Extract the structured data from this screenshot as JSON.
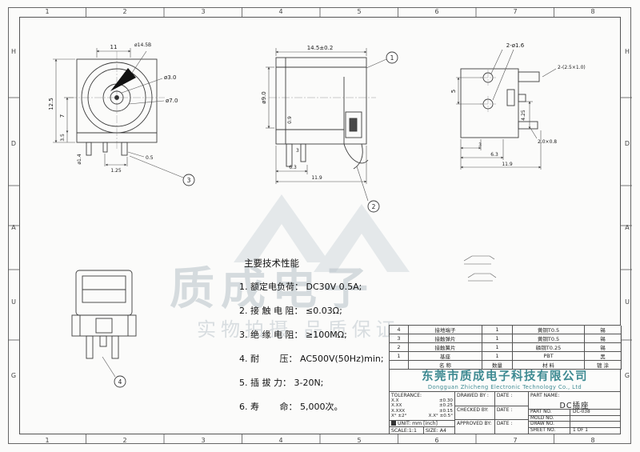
{
  "sheet": {
    "zones_top": [
      "1",
      "2",
      "3",
      "4",
      "5",
      "6",
      "7",
      "8"
    ],
    "zones_bottom": [
      "1",
      "2",
      "3",
      "4",
      "5",
      "6",
      "7",
      "8"
    ],
    "zones_left": [
      "H",
      "D",
      "A",
      "U",
      "G"
    ],
    "zones_right": [
      "H",
      "D",
      "A",
      "U",
      "G"
    ]
  },
  "views": {
    "front": {
      "dim_top": "11",
      "dim_label": "ø14.5B",
      "dim_d_inner": "ø3.0",
      "dim_d_outer": "ø7.0",
      "dim_height": "12.5",
      "dim_center": "7",
      "dim_lower": "3.5",
      "dim_pin_d": "ø1.4",
      "dim_pin_w": "0.5",
      "dim_pin_pitch": "1.25",
      "balloon": "3"
    },
    "side": {
      "dim_top": "14.5±0.2",
      "dim_bore": "ø9.0",
      "dim_wall": "0.9",
      "dim_pin": "3",
      "dim_b1": "6.3",
      "dim_b2": "11.9",
      "balloon_top": "1",
      "balloon_bottom": "2"
    },
    "top": {
      "dim_holes": "2-ø1.6",
      "dim_slots": "2-(2.5×1.0)",
      "dim_left": "5",
      "dim_right": "4.25",
      "dim_tab": "2.0×0.8",
      "dim_b0": "3",
      "dim_b1": "6.3",
      "dim_b2": "11.9"
    },
    "bottom": {
      "balloon": "4"
    }
  },
  "specs": {
    "title": "主要技术性能",
    "items": [
      "1. 额定电负荷： DC30V 0.5A;",
      "2. 接 触 电 阻： ≤0.03Ω;",
      "3. 绝 缘 电 阻： ≥100MΩ;",
      "4. 耐　　 压： AC500V(50Hz)min;",
      "5. 插 拔 力： 3-20N;",
      "6. 寿　　 命： 5,000次。"
    ]
  },
  "bom": {
    "headers": [
      "",
      "名 称",
      "数量",
      "材 料",
      "镀 涂"
    ],
    "rows": [
      [
        "4",
        "接地端子",
        "1",
        "黄铜T0.5",
        "锡"
      ],
      [
        "3",
        "接触弹片",
        "1",
        "黄铜T0.5",
        "锡"
      ],
      [
        "2",
        "接触簧片",
        "1",
        "磷铜T0.25",
        "锡"
      ],
      [
        "1",
        "基座",
        "1",
        "PBT",
        "黑"
      ]
    ]
  },
  "company": {
    "name_cn": "东莞市质成电子科技有限公司",
    "name_en": "Dongguan Zhicheng Electronic Technology Co., Ltd"
  },
  "titleblock": {
    "tolerance_title": "TOLERANCE:",
    "tol_1l": "X.X",
    "tol_1r": "±0.30",
    "tol_2l": "X.XX",
    "tol_2r": "±0.25",
    "tol_3l": "X.XXX",
    "tol_3r": "±0.15",
    "tol_4l": "X°  ±2°",
    "tol_4r": "X.X°  ±0.5°",
    "unit": "UNIT: mm [inch]",
    "scale": "SCALE:1:1",
    "size": "SIZE: A4",
    "drawed_label": "DRAWED BY :",
    "checked_label": "CHECKED BY:",
    "approved_label": "APPROVED BY:",
    "date_label": "DATE :",
    "part_name_label": "PART NAME:",
    "part_name": "DC插座",
    "part_no_label": "PART NO.",
    "part_no": "DC-038",
    "mold_no_label": "MOLD NO.",
    "draw_no_label": "DRAW NO.",
    "sheet_no_label": "SHEET NO.",
    "sheet_no": "1 OF 1",
    "colors": {
      "company_teal": "#3e8a92",
      "line": "#3c3c3c"
    }
  },
  "watermark": {
    "brand": "质成电子",
    "slogan": "实物拍摄 品质保证"
  }
}
